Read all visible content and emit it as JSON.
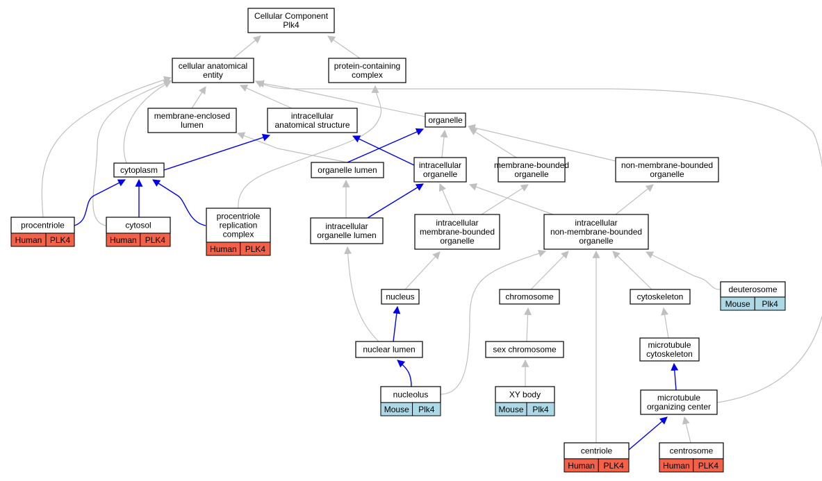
{
  "nodes": {
    "root": [
      "Cellular Component",
      "Plk4"
    ],
    "cae": [
      "cellular anatomical",
      "entity"
    ],
    "pcc": [
      "protein-containing",
      "complex"
    ],
    "mel": [
      "membrane-enclosed",
      "lumen"
    ],
    "ias": [
      "intracellular",
      "anatomical structure"
    ],
    "org": [
      "organelle"
    ],
    "cyto": [
      "cytoplasm"
    ],
    "orgl": [
      "organelle lumen"
    ],
    "io": [
      "intracellular",
      "organelle"
    ],
    "mbo": [
      "membrane-bounded",
      "organelle"
    ],
    "nmbo": [
      "non-membrane-bounded",
      "organelle"
    ],
    "pcent": [
      "procentriole"
    ],
    "cytosol": [
      "cytosol"
    ],
    "prc": [
      "procentriole",
      "replication",
      "complex"
    ],
    "iol": [
      "intracellular",
      "organelle lumen"
    ],
    "imbo": [
      "intracellular",
      "membrane-bounded",
      "organelle"
    ],
    "inmbo": [
      "intracellular",
      "non-membrane-bounded",
      "organelle"
    ],
    "nucleus": [
      "nucleus"
    ],
    "chrom": [
      "chromosome"
    ],
    "cytosk": [
      "cytoskeleton"
    ],
    "deut": [
      "deuterosome"
    ],
    "nlum": [
      "nuclear lumen"
    ],
    "sexc": [
      "sex chromosome"
    ],
    "mtc": [
      "microtubule",
      "cytoskeleton"
    ],
    "nucleolus": [
      "nucleolus"
    ],
    "xy": [
      "XY body"
    ],
    "mtoc": [
      "microtubule",
      "organizing center"
    ],
    "centriole": [
      "centriole"
    ],
    "centrosome": [
      "centrosome"
    ]
  },
  "annotations": {
    "pcent": [
      "Human",
      "PLK4"
    ],
    "cytosol": [
      "Human",
      "PLK4"
    ],
    "prc": [
      "Human",
      "PLK4"
    ],
    "deut": [
      "Mouse",
      "Plk4"
    ],
    "nucleolus": [
      "Mouse",
      "Plk4"
    ],
    "xy": [
      "Mouse",
      "Plk4"
    ],
    "centriole": [
      "Human",
      "PLK4"
    ],
    "centrosome": [
      "Human",
      "PLK4"
    ]
  },
  "colors": {
    "human": "#f26148",
    "mouse": "#add8e6",
    "edge_is_a": "#c0c0c0",
    "edge_part_of": "#0000ee"
  }
}
